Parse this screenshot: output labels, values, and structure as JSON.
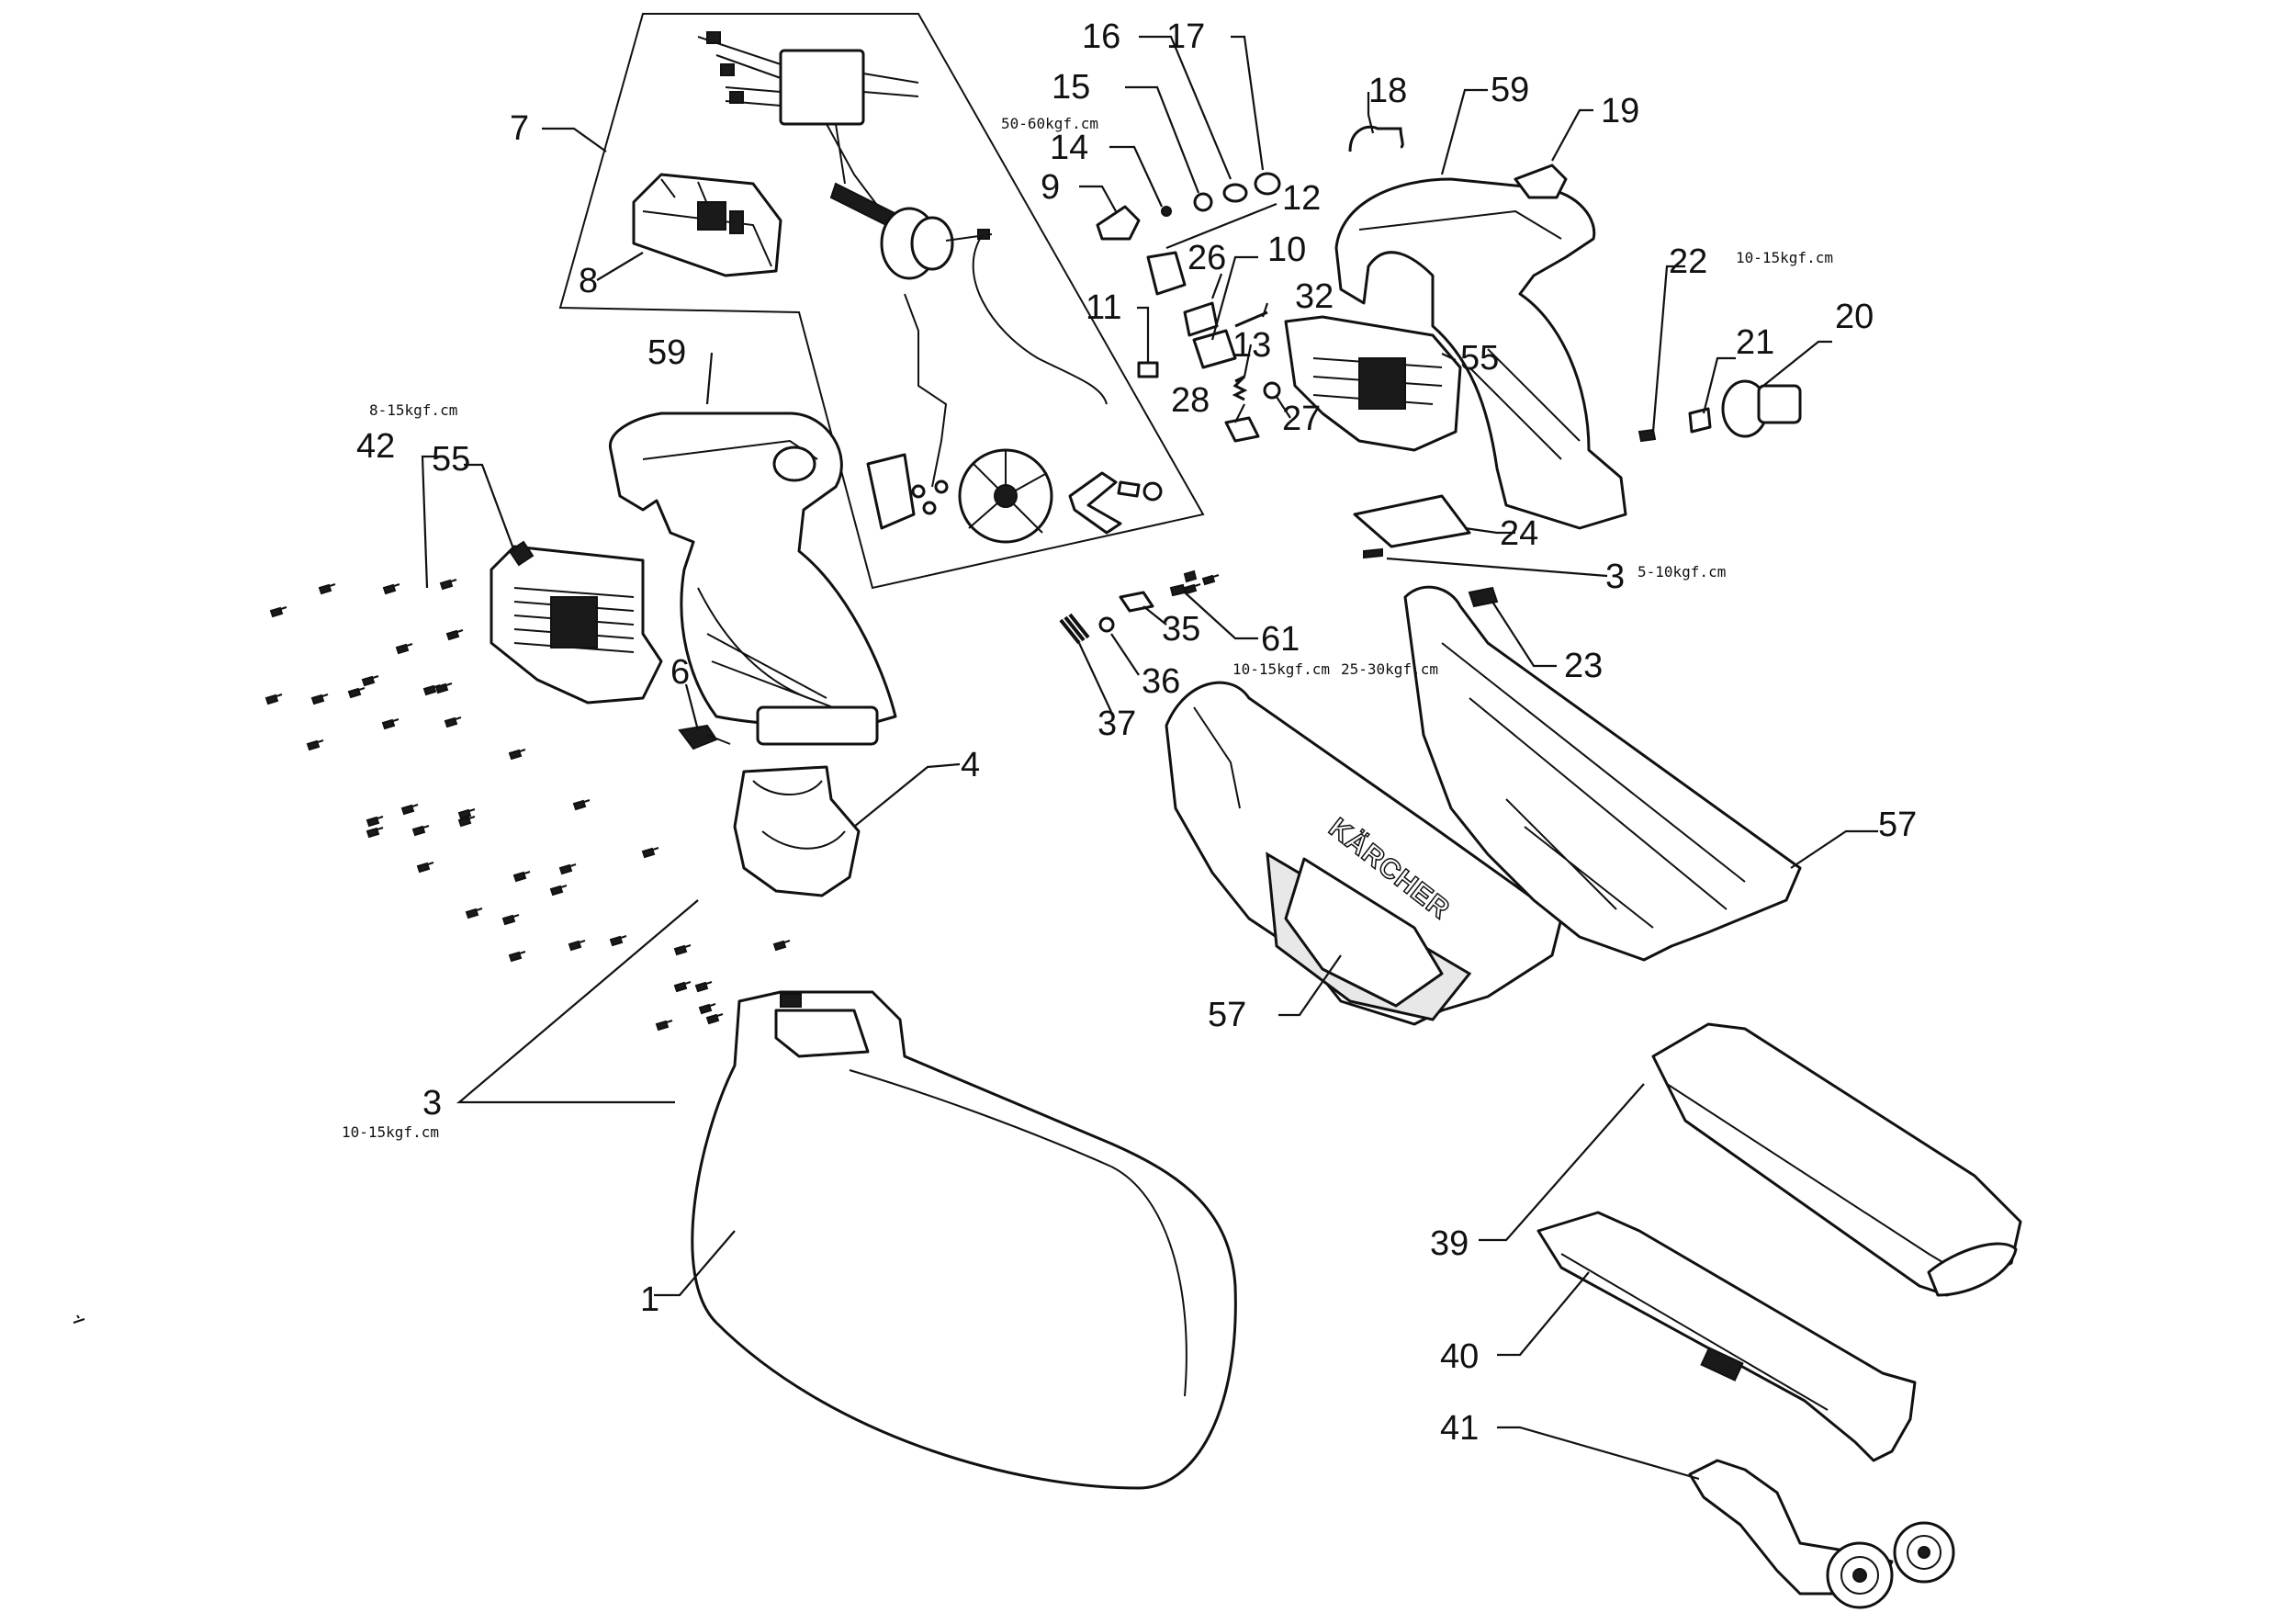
{
  "brand_text": "KÄRCHER",
  "labels": [
    {
      "id": "l1",
      "text": "1"
    },
    {
      "id": "l3a",
      "text": "3"
    },
    {
      "id": "l3b",
      "text": "3"
    },
    {
      "id": "l4",
      "text": "4"
    },
    {
      "id": "l6",
      "text": "6"
    },
    {
      "id": "l7",
      "text": "7"
    },
    {
      "id": "l8",
      "text": "8"
    },
    {
      "id": "l9",
      "text": "9"
    },
    {
      "id": "l10",
      "text": "10"
    },
    {
      "id": "l11",
      "text": "11"
    },
    {
      "id": "l12",
      "text": "12"
    },
    {
      "id": "l13",
      "text": "13"
    },
    {
      "id": "l14",
      "text": "14"
    },
    {
      "id": "l15",
      "text": "15"
    },
    {
      "id": "l16",
      "text": "16"
    },
    {
      "id": "l17",
      "text": "17"
    },
    {
      "id": "l18",
      "text": "18"
    },
    {
      "id": "l19",
      "text": "19"
    },
    {
      "id": "l20",
      "text": "20"
    },
    {
      "id": "l21",
      "text": "21"
    },
    {
      "id": "l22",
      "text": "22"
    },
    {
      "id": "l23",
      "text": "23"
    },
    {
      "id": "l24",
      "text": "24"
    },
    {
      "id": "l26",
      "text": "26"
    },
    {
      "id": "l27",
      "text": "27"
    },
    {
      "id": "l28",
      "text": "28"
    },
    {
      "id": "l32",
      "text": "32"
    },
    {
      "id": "l35",
      "text": "35"
    },
    {
      "id": "l36",
      "text": "36"
    },
    {
      "id": "l37",
      "text": "37"
    },
    {
      "id": "l39",
      "text": "39"
    },
    {
      "id": "l40",
      "text": "40"
    },
    {
      "id": "l41",
      "text": "41"
    },
    {
      "id": "l42",
      "text": "42"
    },
    {
      "id": "l55a",
      "text": "55"
    },
    {
      "id": "l55b",
      "text": "55"
    },
    {
      "id": "l57a",
      "text": "57"
    },
    {
      "id": "l57b",
      "text": "57"
    },
    {
      "id": "l59a",
      "text": "59"
    },
    {
      "id": "l59b",
      "text": "59"
    },
    {
      "id": "l61",
      "text": "61"
    }
  ],
  "torques": [
    {
      "id": "t1",
      "text": "50-60kgf.cm"
    },
    {
      "id": "t2",
      "text": "10-15kgf.cm"
    },
    {
      "id": "t3",
      "text": "8-15kgf.cm"
    },
    {
      "id": "t4",
      "text": "5-10kgf.cm"
    },
    {
      "id": "t5",
      "text": "10-15kgf.cm"
    },
    {
      "id": "t6",
      "text": "25-30kgf.cm"
    },
    {
      "id": "t7",
      "text": "10-15kgf.cm"
    }
  ]
}
